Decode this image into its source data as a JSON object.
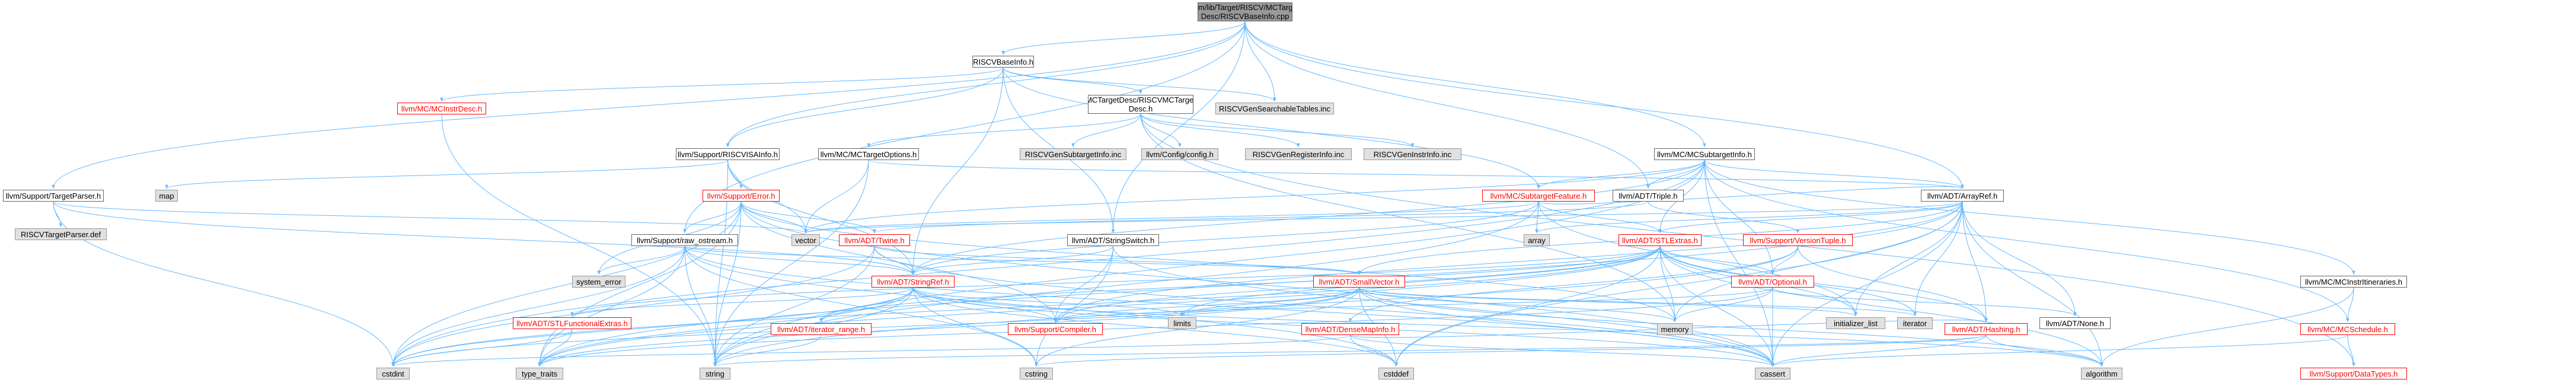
{
  "diagram": {
    "root": "llvm/lib/Target/RISCV/MCTarget\nDesc/RISCVBaseInfo.cpp",
    "nodes": {
      "riscvbaseinfo_h": "RISCVBaseInfo.h",
      "mcinstrdesc": "llvm/MC/MCInstrDesc.h",
      "riscvmctargetdesc": "MCTargetDesc/RISCVMCTarget\nDesc.h",
      "searchable_tables": "RISCVGenSearchableTables.inc",
      "targetparser": "llvm/Support/TargetParser.h",
      "map": "map",
      "riscvisainfo": "llvm/Support/RISCVISAInfo.h",
      "mctargetoptions": "llvm/MC/MCTargetOptions.h",
      "gen_subtarget": "RISCVGenSubtargetInfo.inc",
      "config": "llvm/Config/config.h",
      "gen_register": "RISCVGenRegisterInfo.inc",
      "gen_instr": "RISCVGenInstrInfo.inc",
      "mcsubtargetinfo": "llvm/MC/MCSubtargetInfo.h",
      "riscvtargetparser_def": "RISCVTargetParser.def",
      "support_error": "llvm/Support/Error.h",
      "mcsubtargetfeature": "llvm/MC/SubtargetFeature.h",
      "triple": "llvm/ADT/Triple.h",
      "arrayref": "llvm/ADT/ArrayRef.h",
      "raw_ostream": "llvm/Support/raw_ostream.h",
      "vector": "vector",
      "twine": "llvm/ADT/Twine.h",
      "stringswitch": "llvm/ADT/StringSwitch.h",
      "array": "array",
      "stlextras": "llvm/ADT/STLExtras.h",
      "versiontuple": "llvm/Support/VersionTuple.h",
      "system_error": "system_error",
      "stringref": "llvm/ADT/StringRef.h",
      "smallvector": "llvm/ADT/SmallVector.h",
      "optional": "llvm/ADT/Optional.h",
      "mcinstrineries": "llvm/MC/MCInstrItineraries.h",
      "stlfunctionalextras": "llvm/ADT/STLFunctionalExtras.h",
      "iterator_range": "llvm/ADT/iterator_range.h",
      "compiler": "llvm/Support/Compiler.h",
      "limits": "limits",
      "densemapinfo": "llvm/ADT/DenseMapInfo.h",
      "memory": "memory",
      "initializer_list": "initializer_list",
      "iterator": "iterator",
      "hashing": "llvm/ADT/Hashing.h",
      "none": "llvm/ADT/None.h",
      "mcschedule": "llvm/MC/MCSchedule.h",
      "cstdint": "cstdint",
      "type_traits": "type_traits",
      "string": "string",
      "cstring": "cstring",
      "cstddef": "cstddef",
      "cassert": "cassert",
      "algorithm": "algorithm",
      "datatypes": "llvm/Support/DataTypes.h"
    },
    "colors": {
      "edge": "#63b8ff",
      "node_border": "#666666",
      "incomplete": "#ff0000",
      "root_fill": "#999999",
      "system_fill": "#e0e0e0"
    }
  }
}
